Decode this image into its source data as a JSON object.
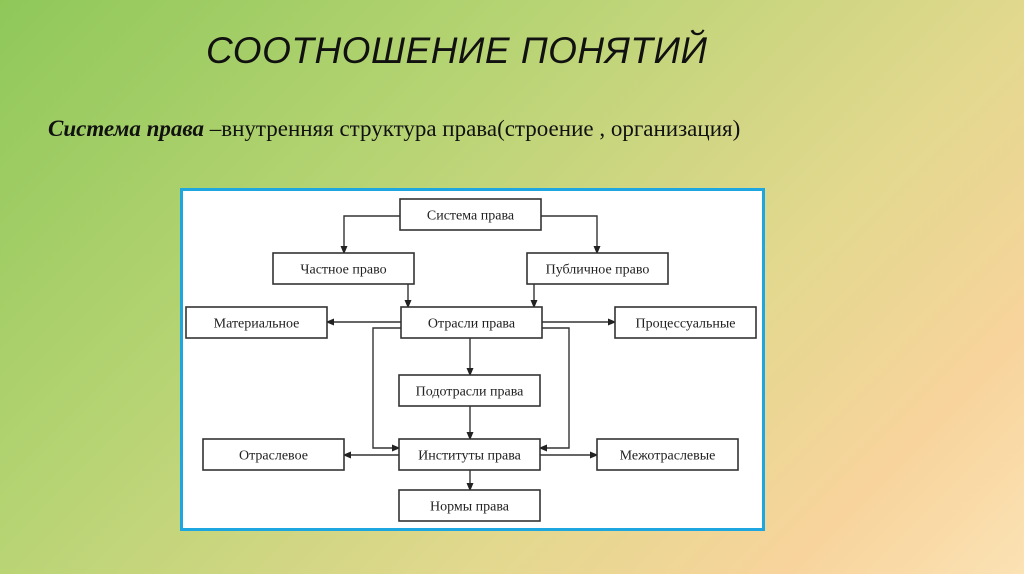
{
  "title": "СООТНОШЕНИЕ ПОНЯТИЙ",
  "subtitle": {
    "term": "Система права",
    "definition": " –внутренняя структура права(строение , организация)"
  },
  "diagram": {
    "nodes": [
      {
        "id": "system",
        "label": "Система права"
      },
      {
        "id": "private",
        "label": "Частное право"
      },
      {
        "id": "public",
        "label": "Публичное право"
      },
      {
        "id": "material",
        "label": "Материальное"
      },
      {
        "id": "branches",
        "label": "Отрасли права"
      },
      {
        "id": "procedural",
        "label": "Процессуальные"
      },
      {
        "id": "subbranches",
        "label": "Подотрасли права"
      },
      {
        "id": "sectoral",
        "label": "Отраслевое"
      },
      {
        "id": "institutes",
        "label": "Институты права"
      },
      {
        "id": "intersectoral",
        "label": "Межотраслевые"
      },
      {
        "id": "norms",
        "label": "Нормы права"
      }
    ],
    "edges": [
      [
        "system",
        "private"
      ],
      [
        "system",
        "public"
      ],
      [
        "private",
        "branches"
      ],
      [
        "public",
        "branches"
      ],
      [
        "branches",
        "material"
      ],
      [
        "branches",
        "procedural"
      ],
      [
        "branches",
        "subbranches"
      ],
      [
        "branches",
        "institutes"
      ],
      [
        "subbranches",
        "institutes"
      ],
      [
        "institutes",
        "sectoral"
      ],
      [
        "institutes",
        "intersectoral"
      ],
      [
        "institutes",
        "norms"
      ]
    ]
  }
}
